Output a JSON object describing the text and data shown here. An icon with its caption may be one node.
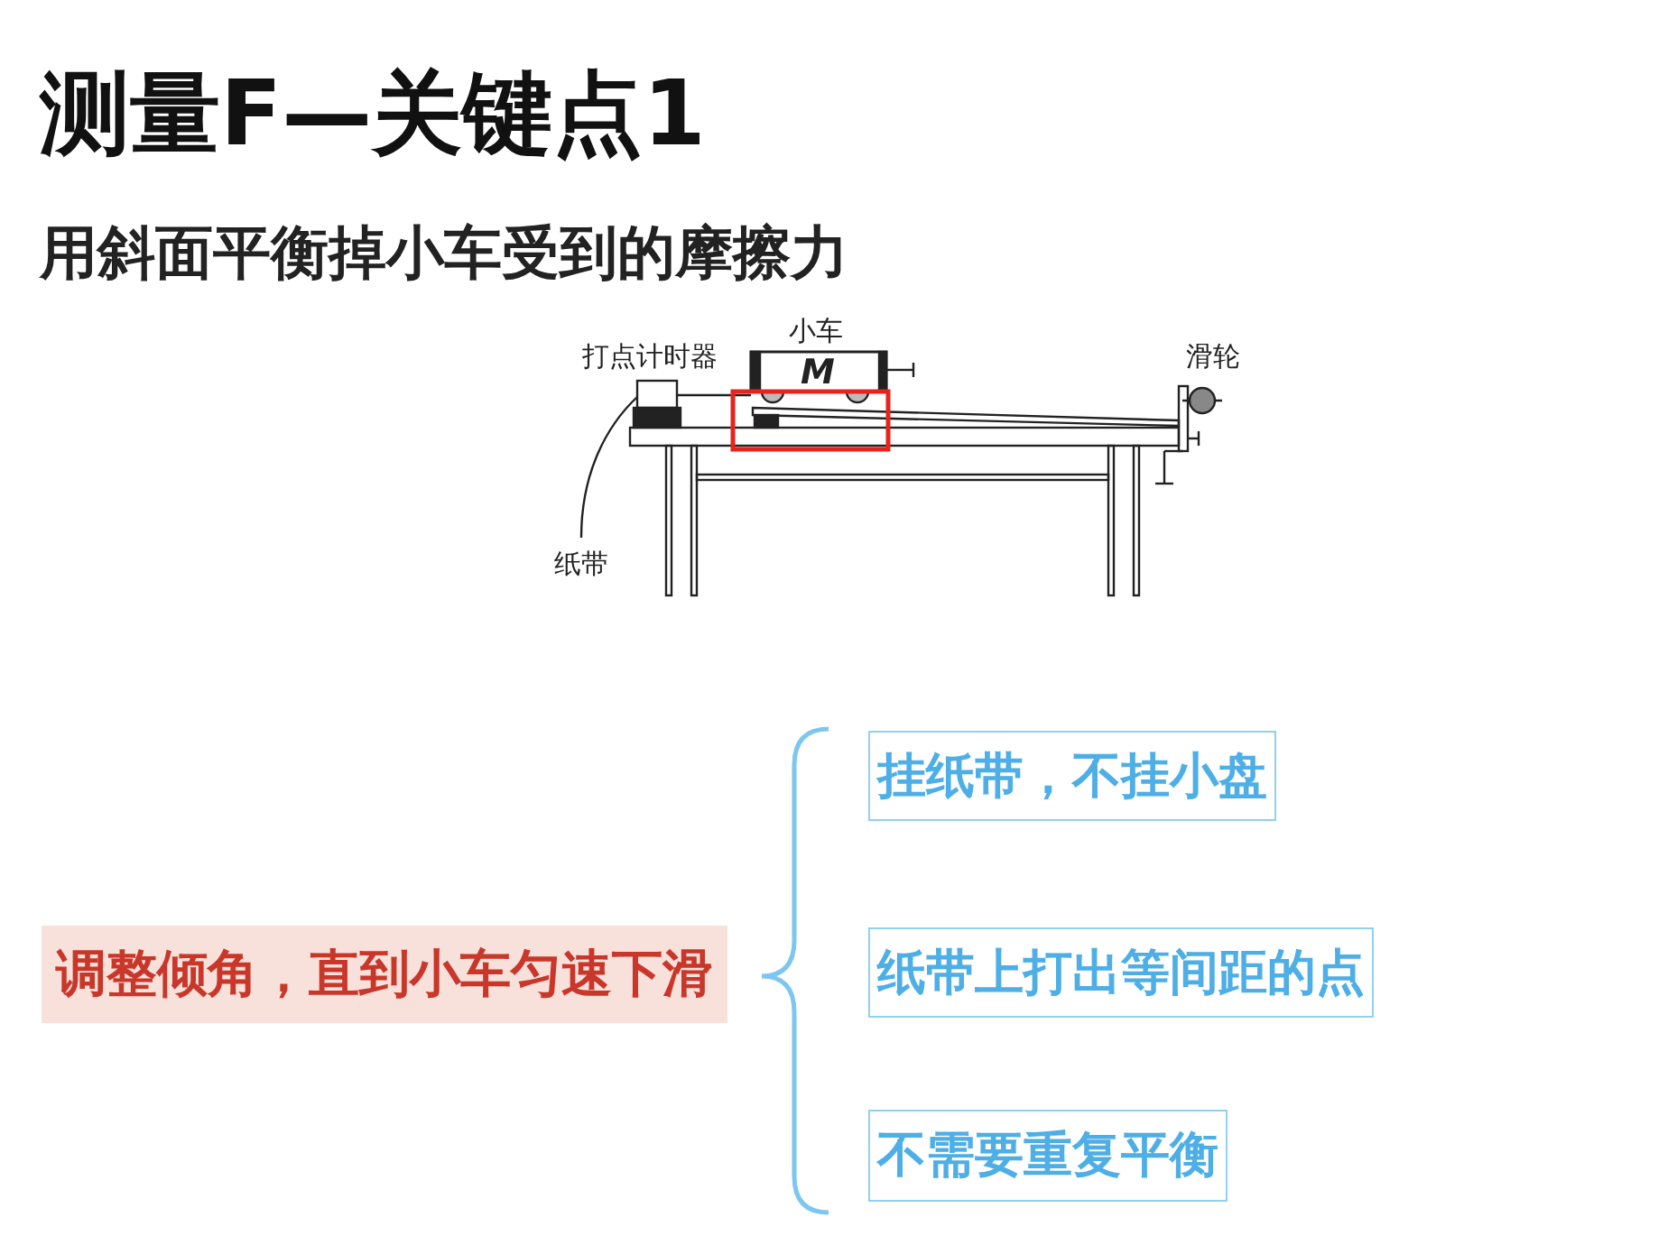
{
  "diagram": {
    "title": "测量F—关键点1",
    "nodes": [
      {
        "text": [
          "调整倾角，直到小车匀速下滑"
        ]
      },
      {
        "text": [
          "挂纸带，不挂小盘"
        ]
      },
      {
        "text": [
          "纸带上打出等间距的点"
        ]
      },
      {
        "text": [
          "不需要重复平衡"
        ]
      }
    ],
    "labels": [
      "用斜面平衡掉小车受到的摩擦力",
      "小车",
      "打点计时器",
      "滑轮",
      "M",
      "纸带"
    ]
  }
}
